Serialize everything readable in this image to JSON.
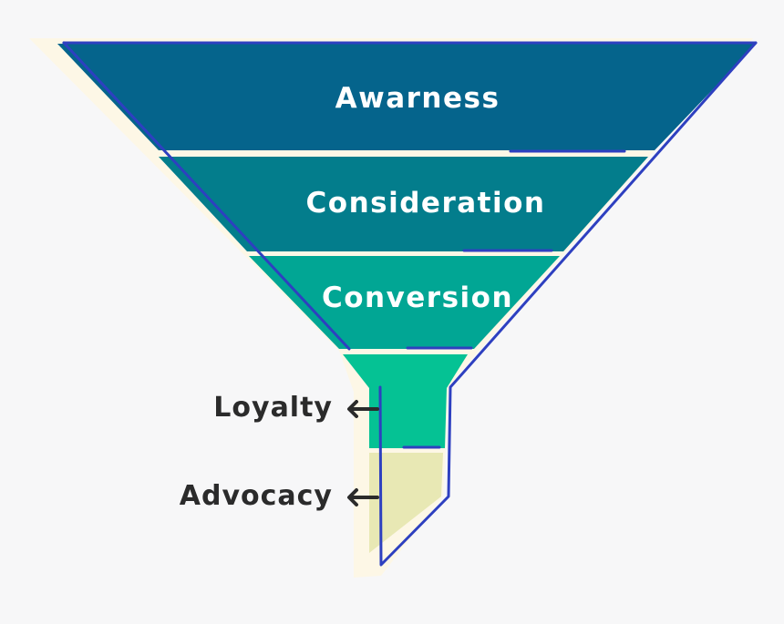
{
  "diagram": {
    "stages": [
      {
        "label": "Awarness",
        "color": "#05648c"
      },
      {
        "label": "Consideration",
        "color": "#037d8c"
      },
      {
        "label": "Conversion",
        "color": "#01a694"
      },
      {
        "label": "",
        "color": "#05c294"
      },
      {
        "label": "",
        "color": "#e8e8b4"
      }
    ],
    "side_labels": [
      "Loyalty",
      "Advocacy"
    ],
    "colors": {
      "background": "#f7f7f8",
      "shadow": "#fdf7e6",
      "outline": "#2e40c0",
      "label_text": "#ffffff",
      "side_text": "#2b2b2b"
    }
  }
}
